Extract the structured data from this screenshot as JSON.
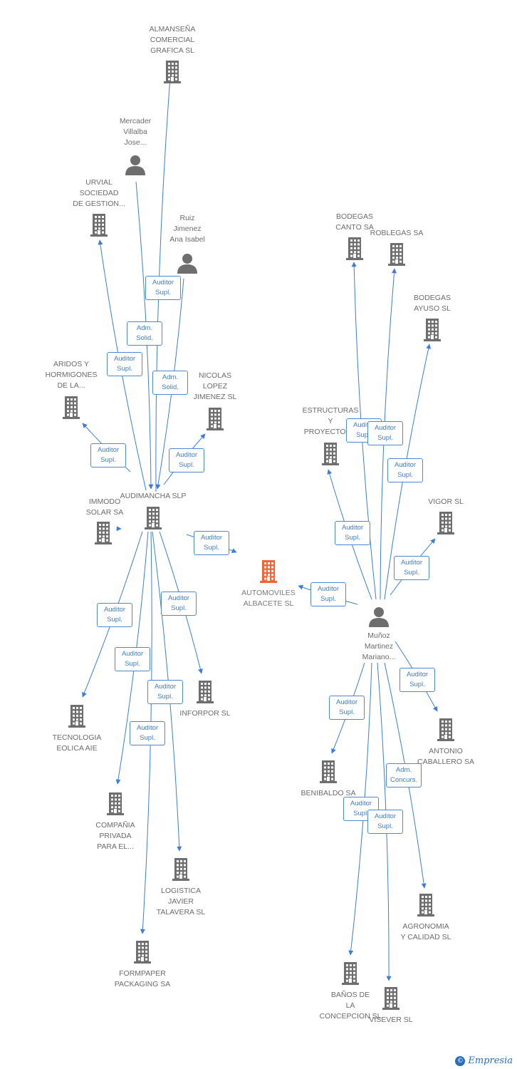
{
  "colors": {
    "edge": "#3b7dd8",
    "building": "#6e6e6e",
    "building_main": "#f0643a",
    "person": "#6e6e6e",
    "label": "#6b6b6b"
  },
  "brand": {
    "symbol": "©",
    "text": "Empresia"
  },
  "nodes": [
    {
      "id": "almansena",
      "type": "company",
      "label": "ALMANSEÑA\nCOMERCIAL\nGRAFICA SL"
    },
    {
      "id": "mercader",
      "type": "person",
      "label": "Mercader\nVillalba\nJose..."
    },
    {
      "id": "urvial",
      "type": "company",
      "label": "URVIAL\nSOCIEDAD\nDE GESTION..."
    },
    {
      "id": "ruiz",
      "type": "person",
      "label": "Ruiz\nJimenez\nAna Isabel"
    },
    {
      "id": "aridos",
      "type": "company",
      "label": "ARIDOS Y\nHORMIGONES\nDE LA..."
    },
    {
      "id": "nicolas",
      "type": "company",
      "label": "NICOLAS\nLOPEZ\nJIMENEZ SL"
    },
    {
      "id": "audimancha",
      "type": "company",
      "label": "AUDIMANCHA SLP"
    },
    {
      "id": "immodo",
      "type": "company",
      "label": "IMMODO\nSOLAR SA"
    },
    {
      "id": "automoviles",
      "type": "main",
      "label": "AUTOMOVILES\nALBACETE SL"
    },
    {
      "id": "tecnologia",
      "type": "company",
      "label": "TECNOLOGIA\nEOLICA AIE"
    },
    {
      "id": "inforpor",
      "type": "company",
      "label": "INFORPOR SL"
    },
    {
      "id": "compania",
      "type": "company",
      "label": "COMPAÑIA\nPRIVADA\nPARA EL..."
    },
    {
      "id": "logistica",
      "type": "company",
      "label": "LOGISTICA\nJAVIER\nTALAVERA SL"
    },
    {
      "id": "formpaper",
      "type": "company",
      "label": "FORMPAPER\nPACKAGING SA"
    },
    {
      "id": "bodegas_canto",
      "type": "company",
      "label": "BODEGAS\nCANTO SA"
    },
    {
      "id": "roblegas",
      "type": "company",
      "label": "ROBLEGAS SA"
    },
    {
      "id": "bodegas_ayuso",
      "type": "company",
      "label": "BODEGAS\nAYUSO SL"
    },
    {
      "id": "estructuras",
      "type": "company",
      "label": "ESTRUCTURAS\nY\nPROYECTOS..."
    },
    {
      "id": "vigor",
      "type": "company",
      "label": "VIGOR SL"
    },
    {
      "id": "munoz",
      "type": "person",
      "label": "Muñoz\nMartinez\nMariano..."
    },
    {
      "id": "antonio",
      "type": "company",
      "label": "ANTONIO\nCABALLERO SA"
    },
    {
      "id": "benibaldo",
      "type": "company",
      "label": "BENIBALDO SA"
    },
    {
      "id": "agronomia",
      "type": "company",
      "label": "AGRONOMIA\nY CALIDAD SL"
    },
    {
      "id": "banos",
      "type": "company",
      "label": "BAÑOS DE\nLA\nCONCEPCION SL"
    },
    {
      "id": "visever",
      "type": "company",
      "label": "VISEVER SL"
    }
  ],
  "edges": [
    {
      "from": "audimancha",
      "to": "almansena",
      "label": "Auditor\nSupl."
    },
    {
      "from": "mercader",
      "to": "audimancha",
      "label": "Adm.\nSolid."
    },
    {
      "from": "audimancha",
      "to": "urvial",
      "label": "Auditor\nSupl."
    },
    {
      "from": "ruiz",
      "to": "audimancha",
      "label": "Adm.\nSolid."
    },
    {
      "from": "audimancha",
      "to": "aridos",
      "label": "Auditor\nSupl."
    },
    {
      "from": "audimancha",
      "to": "nicolas",
      "label": "Auditor\nSupl."
    },
    {
      "from": "audimancha",
      "to": "immodo",
      "label": ""
    },
    {
      "from": "audimancha",
      "to": "automoviles",
      "label": "Auditor\nSupl."
    },
    {
      "from": "audimancha",
      "to": "tecnologia",
      "label": "Auditor\nSupl."
    },
    {
      "from": "audimancha",
      "to": "inforpor",
      "label": "Auditor\nSupl."
    },
    {
      "from": "audimancha",
      "to": "compania",
      "label": "Auditor\nSupl."
    },
    {
      "from": "audimancha",
      "to": "logistica",
      "label": "Auditor\nSupl."
    },
    {
      "from": "audimancha",
      "to": "formpaper",
      "label": "Auditor\nSupl."
    },
    {
      "from": "munoz",
      "to": "bodegas_canto",
      "label": "Auditor\nSupl."
    },
    {
      "from": "munoz",
      "to": "roblegas",
      "label": "Auditor\nSupl."
    },
    {
      "from": "munoz",
      "to": "bodegas_ayuso",
      "label": "Auditor\nSupl."
    },
    {
      "from": "munoz",
      "to": "estructuras",
      "label": "Auditor\nSupl."
    },
    {
      "from": "munoz",
      "to": "vigor",
      "label": "Auditor\nSupl."
    },
    {
      "from": "munoz",
      "to": "automoviles",
      "label": "Auditor\nSupl."
    },
    {
      "from": "munoz",
      "to": "antonio",
      "label": "Auditor\nSupl."
    },
    {
      "from": "munoz",
      "to": "benibaldo",
      "label": "Auditor\nSupl."
    },
    {
      "from": "munoz",
      "to": "agronomia",
      "label": "Adm.\nConcurs."
    },
    {
      "from": "munoz",
      "to": "banos",
      "label": "Auditor\nSupl."
    },
    {
      "from": "munoz",
      "to": "visever",
      "label": "Auditor\nSupl."
    }
  ]
}
